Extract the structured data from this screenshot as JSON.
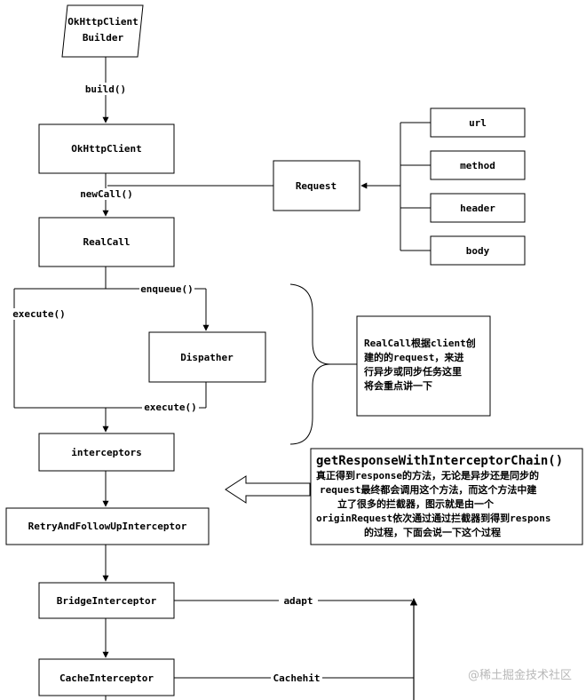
{
  "nodes": {
    "builder": [
      "OkHttpClient",
      "Builder"
    ],
    "client": "OkHttpClient",
    "request": "Request",
    "url": "url",
    "method": "method",
    "header": "header",
    "body": "body",
    "realcall": "RealCall",
    "dispatcher": "Dispather",
    "interceptors": "interceptors",
    "retry": "RetryAndFollowUpInterceptor",
    "bridge": "BridgeInterceptor",
    "cache": "CacheInterceptor"
  },
  "edges": {
    "build": "build()",
    "newcall": "newCall()",
    "enqueue": "enqueue()",
    "execute_left": "execute()",
    "execute_dispatch": "execute()",
    "adapt": "adapt",
    "cachehit": "Cachehit"
  },
  "notes": {
    "realcall_note": [
      "RealCall根据client创",
      "建的的request，来进",
      "行异步或同步任务这里",
      "将会重点讲一下"
    ],
    "chain_title": "getResponseWithInterceptorChain()",
    "chain_note": [
      "真正得到response的方法，无论是异步还是同步的",
      "request最终都会调用这个方法，而这个方法中建",
      "立了很多的拦截器，图示就是由一个",
      "originRequest依次通过通过拦截器到得到respons",
      "的过程，下面会说一下这个过程"
    ]
  },
  "watermark": "@稀土掘金技术社区"
}
